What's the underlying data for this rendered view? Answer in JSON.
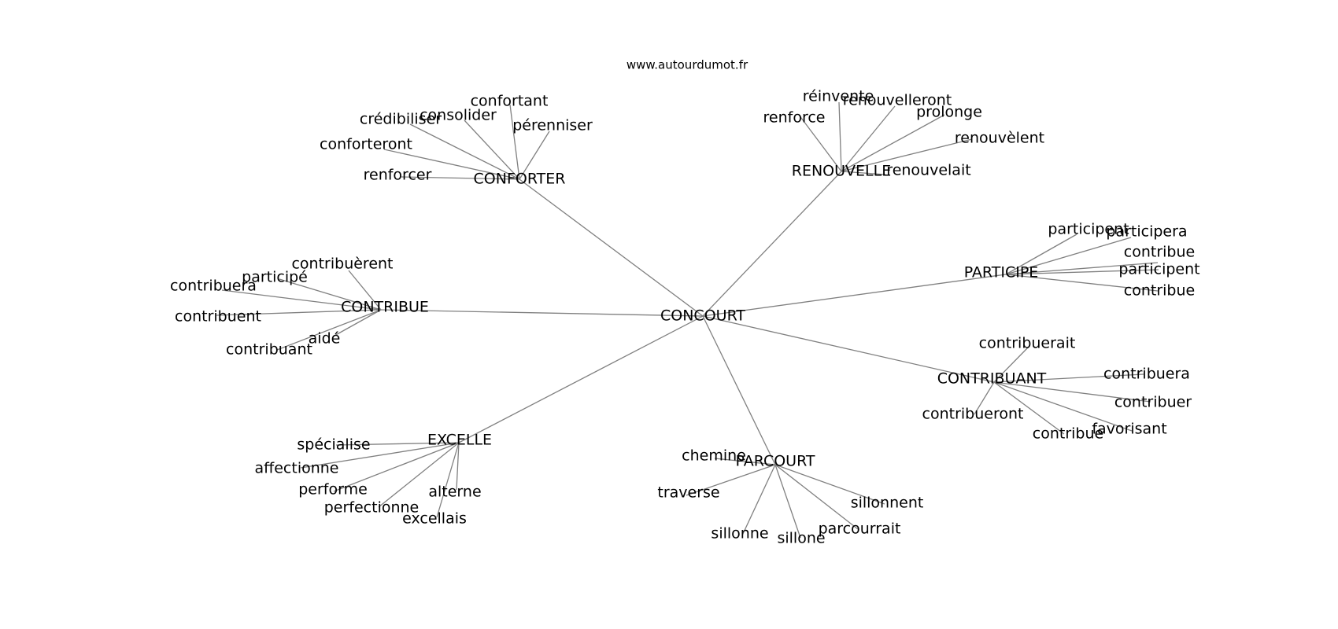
{
  "site": "www.autourdumot.fr",
  "root": "CONCOURT",
  "hubs": [
    {
      "id": "confort",
      "label": "CONFORTER",
      "leaves": [
        "confortant",
        "consolider",
        "crédibiliser",
        "conforteront",
        "renforcer",
        "pérenniser"
      ]
    },
    {
      "id": "renouv",
      "label": "RENOUVELLE",
      "leaves": [
        "réinvente",
        "renouvelleront",
        "renforce",
        "prolonge",
        "renouvèlent",
        "renouvelait"
      ]
    },
    {
      "id": "particip",
      "label": "PARTICIPE",
      "leaves": [
        "participent",
        "participera",
        "contribue",
        "participent",
        "contribue"
      ]
    },
    {
      "id": "contribue",
      "label": "CONTRIBUE",
      "leaves": [
        "contribuèrent",
        "participé",
        "contribuera",
        "contribuent",
        "aidé",
        "contribuant"
      ]
    },
    {
      "id": "contribuant",
      "label": "CONTRIBUANT",
      "leaves": [
        "contribuerait",
        "contribuera",
        "contribuer",
        "favorisant",
        "contribue",
        "contribueront"
      ]
    },
    {
      "id": "excelle",
      "label": "EXCELLE",
      "leaves": [
        "spécialise",
        "affectionne",
        "performe",
        "perfectionne",
        "alterne",
        "excellais"
      ]
    },
    {
      "id": "parcourt",
      "label": "PARCOURT",
      "leaves": [
        "chemine",
        "traverse",
        "sillonne",
        "sillone",
        "parcourrait",
        "sillonnent"
      ]
    }
  ]
}
